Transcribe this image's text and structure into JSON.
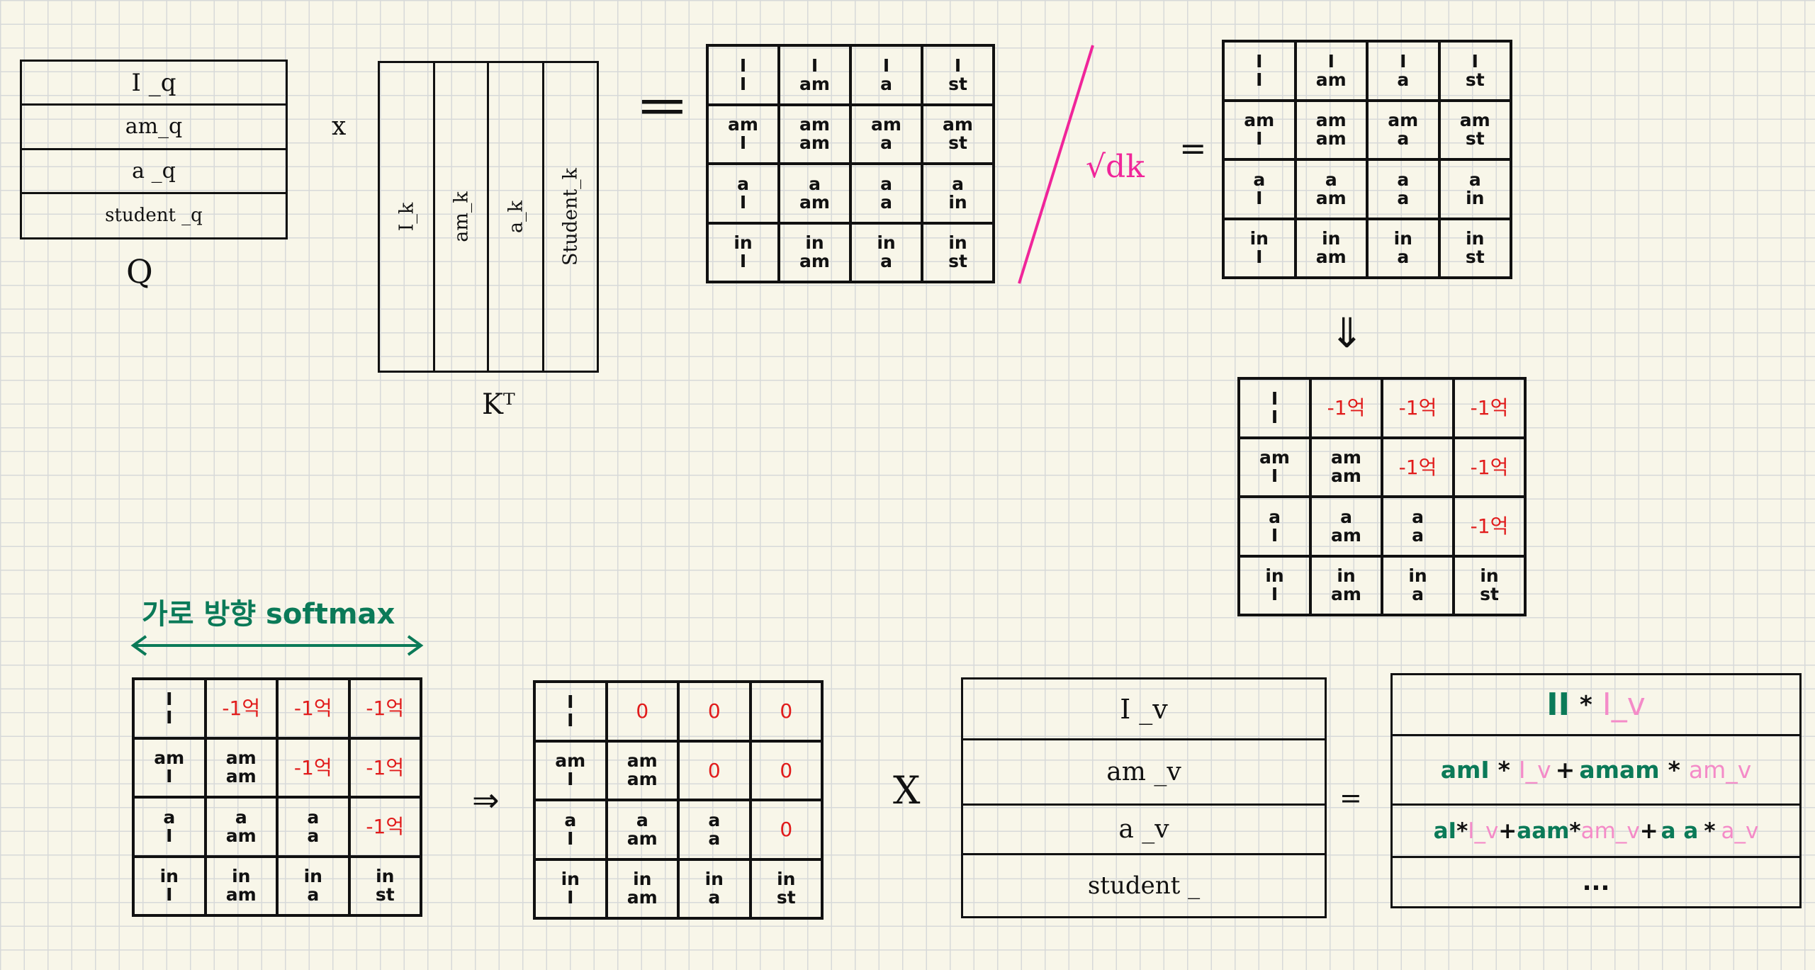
{
  "q": {
    "rows": [
      "I _q",
      "am_q",
      "a _q",
      "student _q"
    ],
    "label": "Q"
  },
  "times_1": "x",
  "kt": {
    "cols": [
      "I_k",
      "am_k",
      "a_k",
      "Student_k"
    ],
    "label": "Kᵀ"
  },
  "eq_1": "=",
  "m1": [
    [
      [
        "I",
        "I"
      ],
      [
        "I",
        "am"
      ],
      [
        "I",
        "a"
      ],
      [
        "I",
        "st"
      ]
    ],
    [
      [
        "am",
        "I"
      ],
      [
        "am",
        "am"
      ],
      [
        "am",
        "a"
      ],
      [
        "am",
        "st"
      ]
    ],
    [
      [
        "a",
        "I"
      ],
      [
        "a",
        "am"
      ],
      [
        "a",
        "a"
      ],
      [
        "a",
        "in"
      ]
    ],
    [
      [
        "in",
        "I"
      ],
      [
        "in",
        "am"
      ],
      [
        "in",
        "a"
      ],
      [
        "in",
        "st"
      ]
    ]
  ],
  "sqrt_label": "√dk",
  "eq_2": "=",
  "m2": [
    [
      [
        "I",
        "I"
      ],
      [
        "I",
        "am"
      ],
      [
        "I",
        "a"
      ],
      [
        "I",
        "st"
      ]
    ],
    [
      [
        "am",
        "I"
      ],
      [
        "am",
        "am"
      ],
      [
        "am",
        "a"
      ],
      [
        "am",
        "st"
      ]
    ],
    [
      [
        "a",
        "I"
      ],
      [
        "a",
        "am"
      ],
      [
        "a",
        "a"
      ],
      [
        "a",
        "in"
      ]
    ],
    [
      [
        "in",
        "I"
      ],
      [
        "in",
        "am"
      ],
      [
        "in",
        "a"
      ],
      [
        "in",
        "st"
      ]
    ]
  ],
  "down_arrow": "⇓",
  "masked_value": "-1억",
  "m3": [
    [
      [
        "I",
        "I"
      ],
      "-1억",
      "-1억",
      "-1억"
    ],
    [
      [
        "am",
        "I"
      ],
      [
        "am",
        "am"
      ],
      "-1억",
      "-1억"
    ],
    [
      [
        "a",
        "I"
      ],
      [
        "a",
        "am"
      ],
      [
        "a",
        "a"
      ],
      "-1억"
    ],
    [
      [
        "in",
        "I"
      ],
      [
        "in",
        "am"
      ],
      [
        "in",
        "a"
      ],
      [
        "in",
        "st"
      ]
    ]
  ],
  "softmax_label": "가로 방향  softmax",
  "m4": [
    [
      [
        "I",
        "I"
      ],
      "-1억",
      "-1억",
      "-1억"
    ],
    [
      [
        "am",
        "I"
      ],
      [
        "am",
        "am"
      ],
      "-1억",
      "-1억"
    ],
    [
      [
        "a",
        "I"
      ],
      [
        "a",
        "am"
      ],
      [
        "a",
        "a"
      ],
      "-1억"
    ],
    [
      [
        "in",
        "I"
      ],
      [
        "in",
        "am"
      ],
      [
        "in",
        "a"
      ],
      [
        "in",
        "st"
      ]
    ]
  ],
  "right_arrow": "⇒",
  "m5": [
    [
      [
        "I",
        "I"
      ],
      "0",
      "0",
      "0"
    ],
    [
      [
        "am",
        "I"
      ],
      [
        "am",
        "am"
      ],
      "0",
      "0"
    ],
    [
      [
        "a",
        "I"
      ],
      [
        "a",
        "am"
      ],
      [
        "a",
        "a"
      ],
      "0"
    ],
    [
      [
        "in",
        "I"
      ],
      [
        "in",
        "am"
      ],
      [
        "in",
        "a"
      ],
      [
        "in",
        "st"
      ]
    ]
  ],
  "times_2": "X",
  "v": {
    "rows": [
      "I _v",
      "am _v",
      "a _v",
      "student _"
    ]
  },
  "eq_3": "=",
  "result": {
    "row1": {
      "w": "II",
      "op": "*",
      "v": "I_v"
    },
    "row2": [
      {
        "w": "amI",
        "op": "*",
        "v": "I_v",
        "plus": "+"
      },
      {
        "w": "amam",
        "op": "*",
        "v": "am_v",
        "plus": ""
      }
    ],
    "row3": [
      {
        "w": "aI",
        "op": "*",
        "v": "I_v",
        "plus": "+"
      },
      {
        "w": "aam",
        "op": "*",
        "v": "am_v",
        "plus": "+"
      },
      {
        "w": "a a",
        "op": "*",
        "v": "a_v",
        "plus": ""
      }
    ],
    "row4": "..."
  },
  "colors": {
    "ink": "#111111",
    "red": "#e11b1b",
    "green": "#0b7a58",
    "pink_text": "#f48bc8",
    "magenta": "#f0259a"
  }
}
